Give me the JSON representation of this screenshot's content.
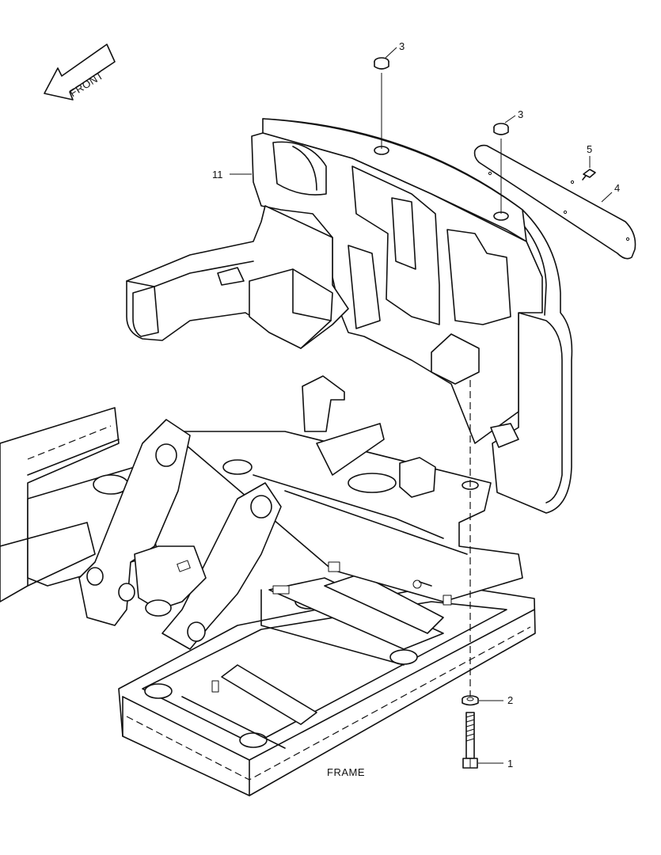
{
  "direction_label": "FRONT",
  "frame_label": "FRAME",
  "callouts": {
    "bolt": "1",
    "washer": "2",
    "cap_top": "3",
    "cap_side": "3",
    "screw": "5",
    "plate": "4",
    "counterweight": "11"
  }
}
